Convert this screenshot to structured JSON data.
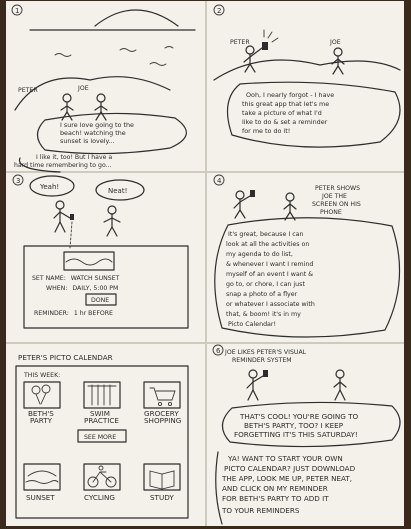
{
  "panels": {
    "p1": {
      "number": "1",
      "peter_label": "PETER",
      "joe_label": "JOE",
      "speech_1": [
        "I sure love going to the",
        "beach! watching the",
        "sunset is lovely..."
      ],
      "speech_2": [
        "I like it, too! But I have a",
        "hard time remembering to go..."
      ]
    },
    "p2": {
      "number": "2",
      "peter_label": "PETER",
      "joe_label": "JOE",
      "speech": [
        "Ooh, I nearly forgot - I have",
        "this great app that let's me",
        "take a picture of what I'd",
        "like to do & set a reminder",
        "for me to do it!"
      ]
    },
    "p3": {
      "number": "3",
      "peter_speech": "Yeah!",
      "joe_speech": "Neat!",
      "card": {
        "set_name_label": "SET NAME:",
        "set_name_value": "WATCH SUNSET",
        "when_label": "WHEN:",
        "when_value": "DAILY, 5:00 PM",
        "done_button": "DONE",
        "reminder_label": "REMINDER:",
        "reminder_value": "1 hr BEFORE"
      }
    },
    "p4": {
      "number": "4",
      "caption": [
        "PETER SHOWS",
        "JOE THE",
        "SCREEN ON HIS",
        "PHONE"
      ],
      "speech": [
        "It's great, because I can",
        "look at all the activities on",
        "my agenda to do list,",
        "& whenever I want I remind",
        "myself of an event I want &",
        "go to, or chore, I can just",
        "snap a photo of a flyer",
        "or whatever I associate with",
        "that, & boom! it's in my",
        "Picto Calendar!"
      ]
    },
    "p5": {
      "title": "PETER'S PICTO CALENDAR",
      "section_label": "THIS WEEK:",
      "tiles": [
        {
          "label_line1": "BETH'S",
          "label_line2": "PARTY",
          "icon": "balloons-icon"
        },
        {
          "label_line1": "SWIM",
          "label_line2": "PRACTICE",
          "icon": "pool-icon"
        },
        {
          "label_line1": "GROCERY",
          "label_line2": "SHOPPING",
          "icon": "cart-icon"
        }
      ],
      "see_more": "SEE MORE",
      "bottom_tiles": [
        {
          "label": "SUNSET",
          "icon": "sunset-icon"
        },
        {
          "label": "CYCLING",
          "icon": "bicycle-icon"
        },
        {
          "label": "STUDY",
          "icon": "book-icon"
        }
      ]
    },
    "p6": {
      "number": "6",
      "caption": "JOE LIKES PETER'S VISUAL REMINDER SYSTEM",
      "caption_lines": [
        "JOE LIKES PETER'S VISUAL",
        "REMINDER SYSTEM"
      ],
      "speech_1": [
        "THAT'S COOL! YOU'RE GOING TO",
        "BETH'S PARTY, TOO? I KEEP",
        "FORGETTING IT'S THIS SATURDAY!"
      ],
      "speech_2": [
        "YA! WANT TO START YOUR OWN",
        "PICTO CALENDAR? JUST DOWNLOAD",
        "THE APP, LOOK ME UP, PETER NEAT,",
        "AND CLICK ON MY REMINDER",
        "FOR BETH'S PARTY TO ADD IT",
        "TO YOUR REMINDERS"
      ]
    }
  }
}
